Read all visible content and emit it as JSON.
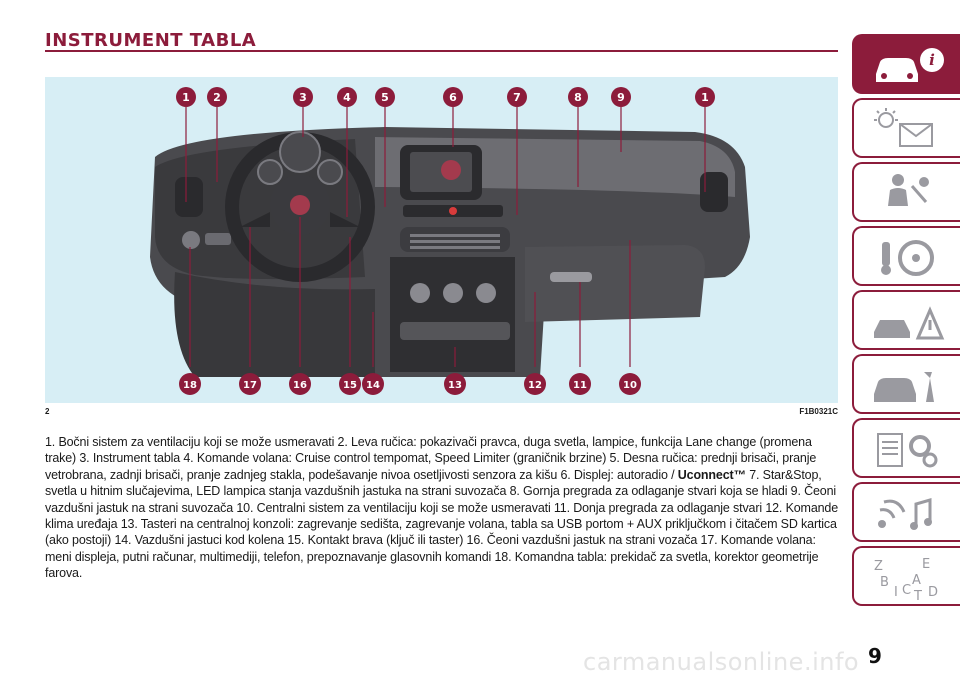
{
  "page": {
    "title": "INSTRUMENT TABLA",
    "figure_number": "2",
    "figure_code": "F1B0321C",
    "page_number": "9",
    "watermark": "carmanualsonline.info",
    "accent_color": "#8c1c3b"
  },
  "callouts_top": [
    "1",
    "2",
    "3",
    "4",
    "5",
    "6",
    "7",
    "8",
    "9",
    "1"
  ],
  "callouts_bottom": [
    "18",
    "17",
    "16",
    "15",
    "14",
    "13",
    "12",
    "11",
    "10"
  ],
  "caption": {
    "part1": "1. Bočni sistem za ventilaciju koji se može usmeravati 2. Leva ručica: pokazivači pravca, duga svetla, lampice, funkcija Lane change (promena trake) 3. Instrument tabla 4. Komande volana: Cruise control tempomat, Speed Limiter (graničnik brzine) 5. Desna ručica: prednji brisači, pranje vetrobrana, zadnji brisači, pranje zadnjeg stakla, podešavanje nivoa osetljivosti senzora za kišu 6. Displej: autoradio / ",
    "bold": "Uconnect™",
    "part2": " 7. Star&Stop, svetla u hitnim slučajevima, LED lampica stanja vazdušnih jastuka na strani suvozača 8. Gornja pregrada za odlaganje stvari koja se hladi 9. Čeoni vazdušni jastuk na strani suvozača 10. Centralni sistem za ventilaciju koji se može usmeravati 11. Donja pregrada za odlaganje stvari 12. Komande klima uređaja 13. Tasteri na centralnoj konzoli: zagrevanje sedišta, zagrevanje volana, tabla sa USB portom + AUX priključkom i čitačem SD kartica (ako postoji) 14. Vazdušni jastuci kod kolena 15. Kontakt brava (ključ ili taster) 16. Čeoni vazdušni jastuk na strani vozača 17. Komande volana: meni displeja, putni računar, multimediji, telefon, prepoznavanje glasovnih komandi 18. Komandna tabla: prekidač za svetla, korektor geometrije farova."
  },
  "side_tabs": [
    {
      "icon": "car-info-icon"
    },
    {
      "icon": "warning-lights-icon"
    },
    {
      "icon": "seat-safety-icon"
    },
    {
      "icon": "key-steering-icon"
    },
    {
      "icon": "roadside-emergency-icon"
    },
    {
      "icon": "car-service-icon"
    },
    {
      "icon": "technical-data-icon"
    },
    {
      "icon": "multimedia-icon"
    },
    {
      "icon": "index-icon"
    }
  ],
  "index_tab_letters": [
    "Z",
    "E",
    "B",
    "A",
    "I",
    "C",
    "D",
    "T"
  ]
}
